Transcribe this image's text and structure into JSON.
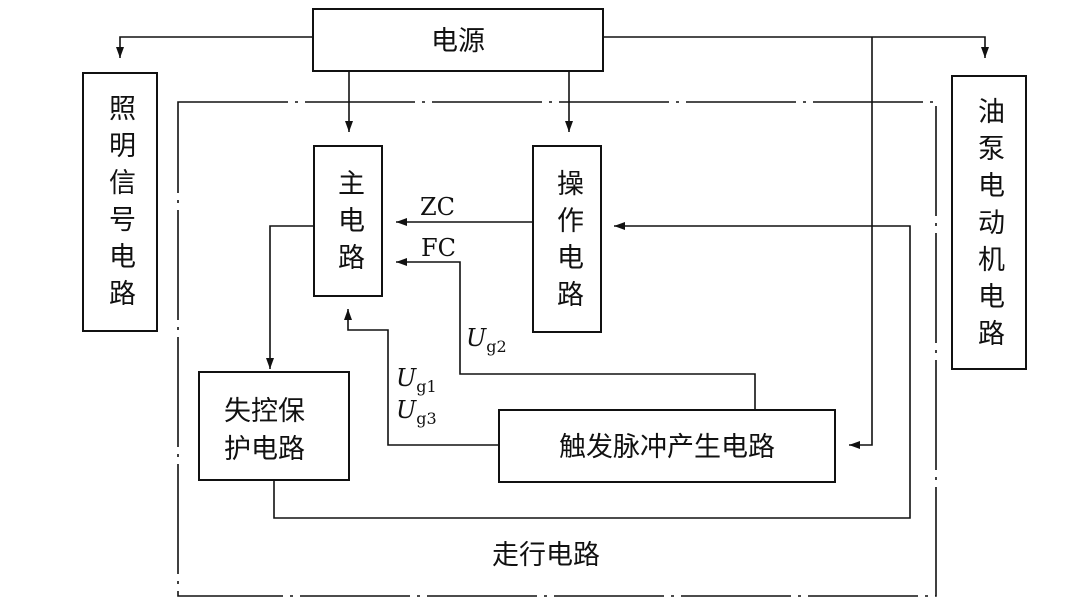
{
  "blocks": {
    "power": "电源",
    "lighting": "照明信号电路",
    "pump_motor": "油泵电动机电路",
    "main_circuit": "主电路",
    "operation": "操作电路",
    "protection": "失控保护电路",
    "trigger": "触发脉冲产生电路",
    "travel": "走行电路"
  },
  "signals": {
    "zc": "ZC",
    "fc": "FC",
    "ug2": {
      "var": "U",
      "sub": "g2"
    },
    "ug1": {
      "var": "U",
      "sub": "g1"
    },
    "ug3": {
      "var": "U",
      "sub": "g3"
    }
  }
}
